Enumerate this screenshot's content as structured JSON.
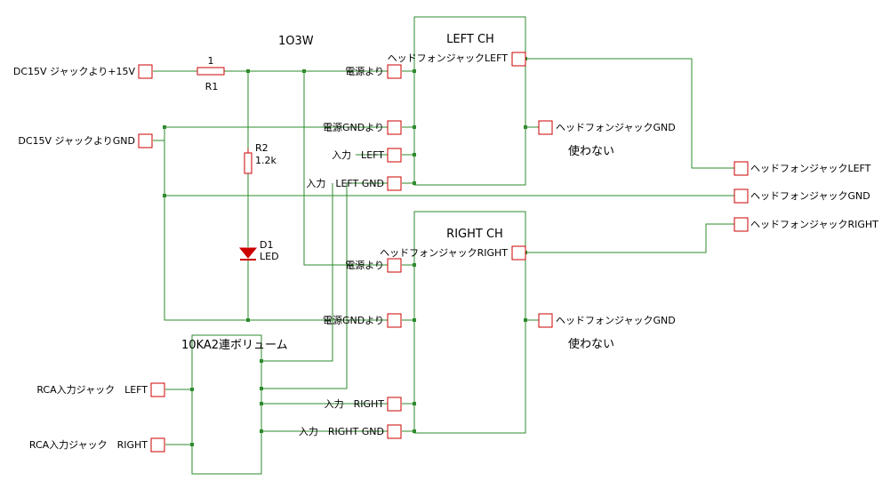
{
  "colors": {
    "wire": "#2e8b2e",
    "component": "#cc0000",
    "text": "#000000",
    "background": "#ffffff"
  },
  "title": "1O3W",
  "inputs": {
    "dc_plus": "DC15V ジャックより+15V",
    "dc_gnd": "DC15V ジャックよりGND",
    "rca_left": "RCA入力ジャック　LEFT",
    "rca_right": "RCA入力ジャック　RIGHT"
  },
  "outputs": {
    "hp_left": "ヘッドフォンジャックLEFT",
    "hp_gnd": "ヘッドフォンジャックGND",
    "hp_right": "ヘッドフォンジャックRIGHT"
  },
  "components": {
    "r1": {
      "ref": "R1",
      "value": "1"
    },
    "r2": {
      "ref": "R2",
      "value": "1.2k"
    },
    "d1": {
      "ref": "D1",
      "value": "LED"
    }
  },
  "volume": {
    "label": "10KA2連ボリューム"
  },
  "left_ch": {
    "title": "LEFT CH",
    "power": "電源より",
    "power_gnd": "電源GNDより",
    "in": "入力　LEFT",
    "in_gnd": "入力　LEFT GND",
    "hp_out": "ヘッドフォンジャックLEFT",
    "hp_gnd": "ヘッドフォンジャックGND",
    "unused": "使わない"
  },
  "right_ch": {
    "title": "RIGHT CH",
    "power": "電源より",
    "power_gnd": "電源GNDより",
    "in": "入力　RIGHT",
    "in_gnd": "入力　RIGHT GND",
    "hp_out": "ヘッドフォンジャックRIGHT",
    "hp_gnd": "ヘッドフォンジャックGND",
    "unused": "使わない"
  }
}
